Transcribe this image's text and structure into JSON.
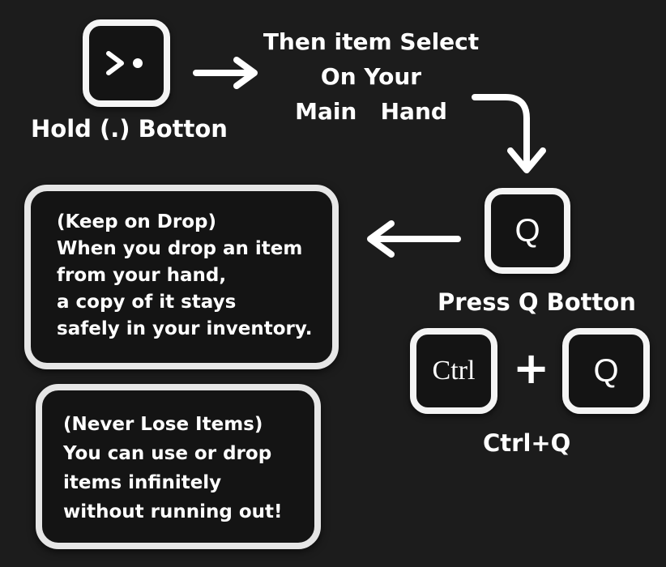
{
  "step1": {
    "key_symbol": ">•",
    "caption": "Hold (.) Botton"
  },
  "step2": {
    "lines": [
      "Then item Select",
      "On Your",
      "Main   Hand"
    ]
  },
  "step3": {
    "key_label": "Q",
    "caption": "Press Q Botton"
  },
  "step4": {
    "ctrl_label": "Ctrl",
    "plus": "+",
    "q_label": "Q",
    "caption": "Ctrl+Q"
  },
  "panel_keep": {
    "lines": [
      "(Keep on Drop)",
      "When you drop an item",
      "from your hand,",
      "a copy of it stays",
      "safely in your inventory."
    ]
  },
  "panel_never": {
    "lines": [
      "(Never Lose Items)",
      "You can use or drop",
      "items infinitely",
      "without running out!"
    ]
  },
  "colors": {
    "background": "#1c1c1c",
    "key_border": "#f4f4f4",
    "text": "#ffffff"
  }
}
